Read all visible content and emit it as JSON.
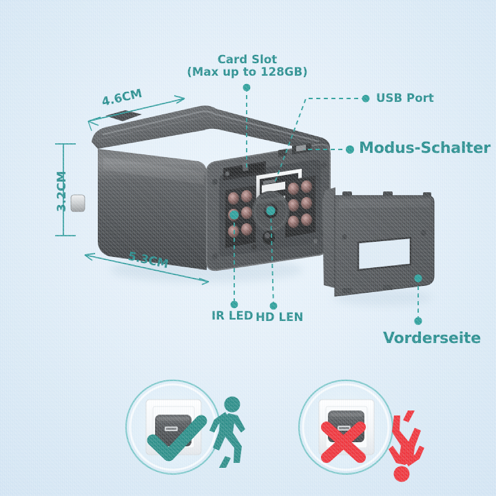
{
  "meta": {
    "accent_teal": "#0e8080",
    "dot_teal": "#13938e",
    "bg_blue": "#dbe9f4",
    "device_dark": "#3b3e41",
    "red": "#ed1c24"
  },
  "callouts": {
    "card_slot": {
      "line1": "Card Slot",
      "line2": "(Max up to 128GB)"
    },
    "usb_port": "USB Port",
    "modus_schalter": "Modus-Schalter",
    "ir_led": "IR LED",
    "hd_len": "HD LEN",
    "vorderseite": "Vorderseite"
  },
  "dimensions": {
    "depth": "4.6CM",
    "height": "3.2CM",
    "width": "5.3CM"
  },
  "usage_scenes": {
    "correct": {
      "mark": "check-mark",
      "person": "walking-person-upright",
      "orientation": "charger-upright"
    },
    "incorrect": {
      "mark": "cross-mark",
      "person": "walking-person-inverted",
      "orientation": "charger-inverted"
    }
  },
  "icons": {
    "check": "check-icon",
    "cross": "cross-icon",
    "person": "pedestrian-icon"
  }
}
